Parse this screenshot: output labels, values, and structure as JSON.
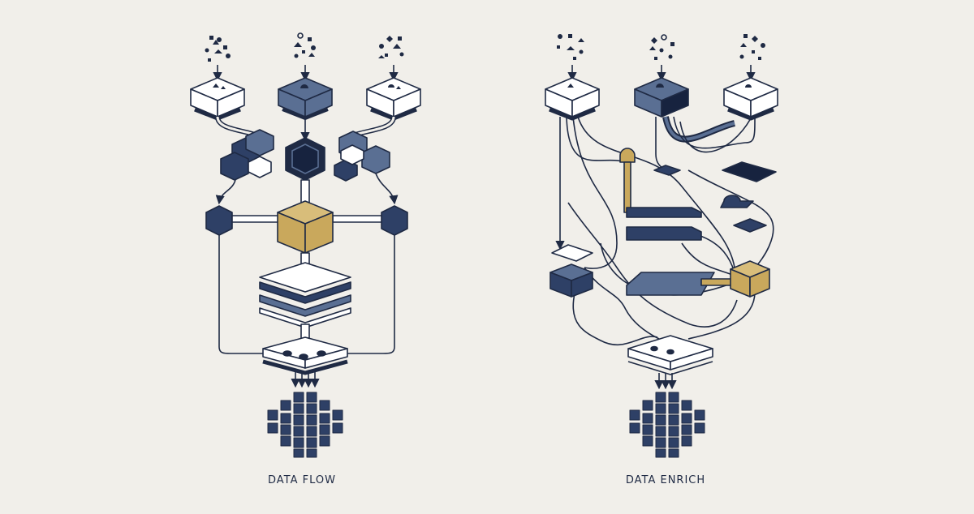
{
  "panels": [
    {
      "id": "flow",
      "caption": "DATA FLOW"
    },
    {
      "id": "enrich",
      "caption": "DATA ENRICH"
    }
  ],
  "colors": {
    "background": "#f1efea",
    "ink": "#1f2a44",
    "navy": "#2e4066",
    "slate": "#5a6f93",
    "dark": "#17233f",
    "gold": "#c9a85c",
    "paper": "#ffffff"
  }
}
